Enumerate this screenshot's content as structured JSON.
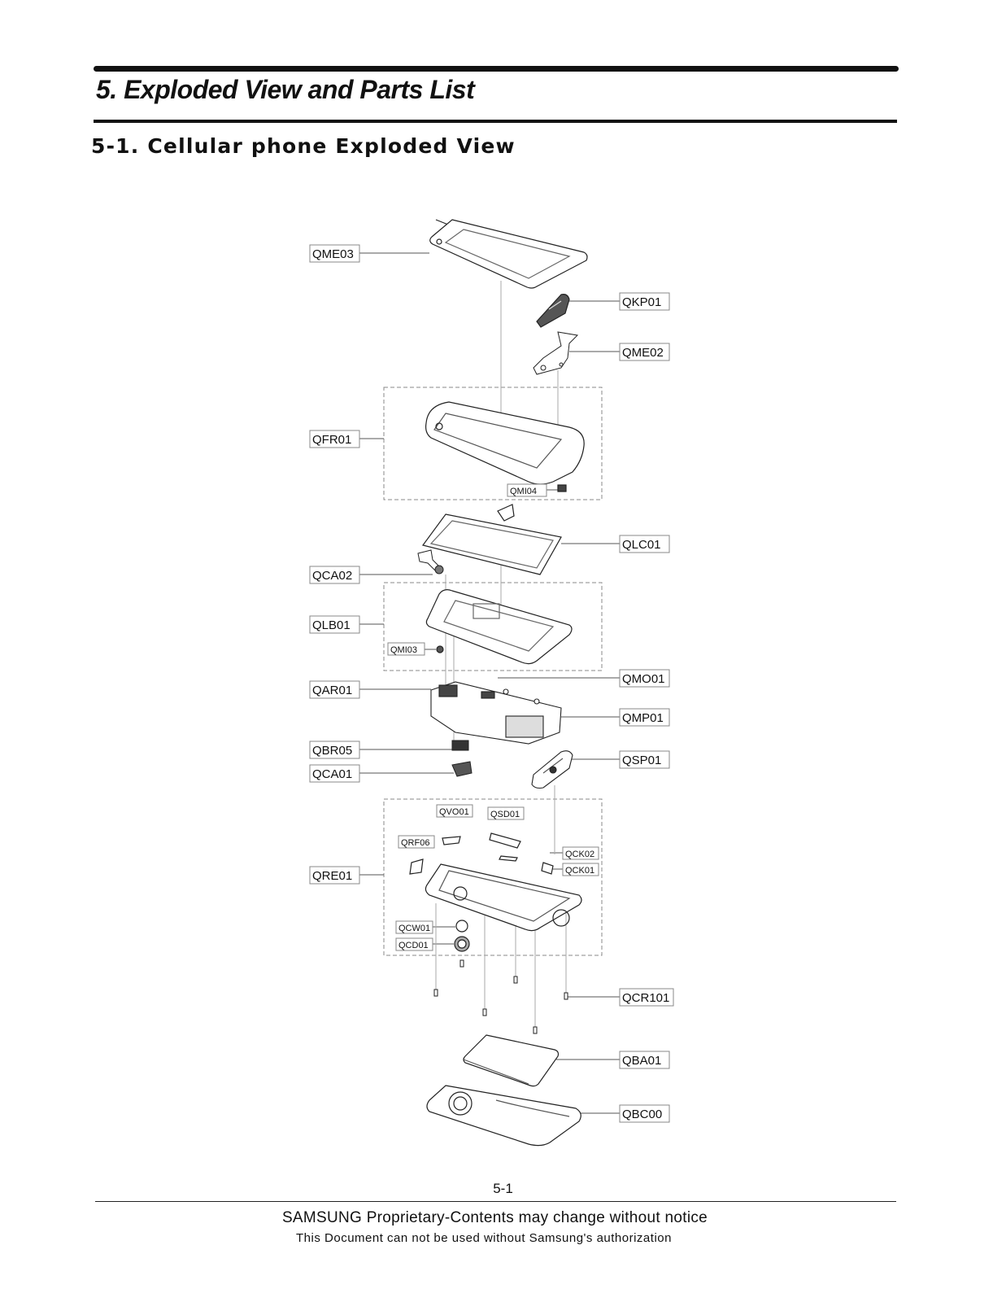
{
  "header": {
    "section_title": "5. Exploded View and Parts List",
    "subsection_title": "5-1. Cellular phone Exploded View"
  },
  "diagram": {
    "part_labels": {
      "QME03": "QME03",
      "QKP01": "QKP01",
      "QME02": "QME02",
      "QFR01": "QFR01",
      "QMI04": "QMI04",
      "QLC01": "QLC01",
      "QCA02": "QCA02",
      "QLB01": "QLB01",
      "QMI03": "QMI03",
      "QMO01": "QMO01",
      "QAR01": "QAR01",
      "QMP01": "QMP01",
      "QBR05": "QBR05",
      "QSP01": "QSP01",
      "QCA01": "QCA01",
      "QVO01": "QVO01",
      "QSD01": "QSD01",
      "QRF06": "QRF06",
      "QCK02": "QCK02",
      "QCK01": "QCK01",
      "QRE01": "QRE01",
      "QCW01": "QCW01",
      "QCD01": "QCD01",
      "QCR101": "QCR101",
      "QBA01": "QBA01",
      "QBC00": "QBC00"
    }
  },
  "footer": {
    "page_number": "5-1",
    "notice": "SAMSUNG Proprietary-Contents may change without notice",
    "authorization": "This Document can not be used without Samsung's authorization"
  }
}
